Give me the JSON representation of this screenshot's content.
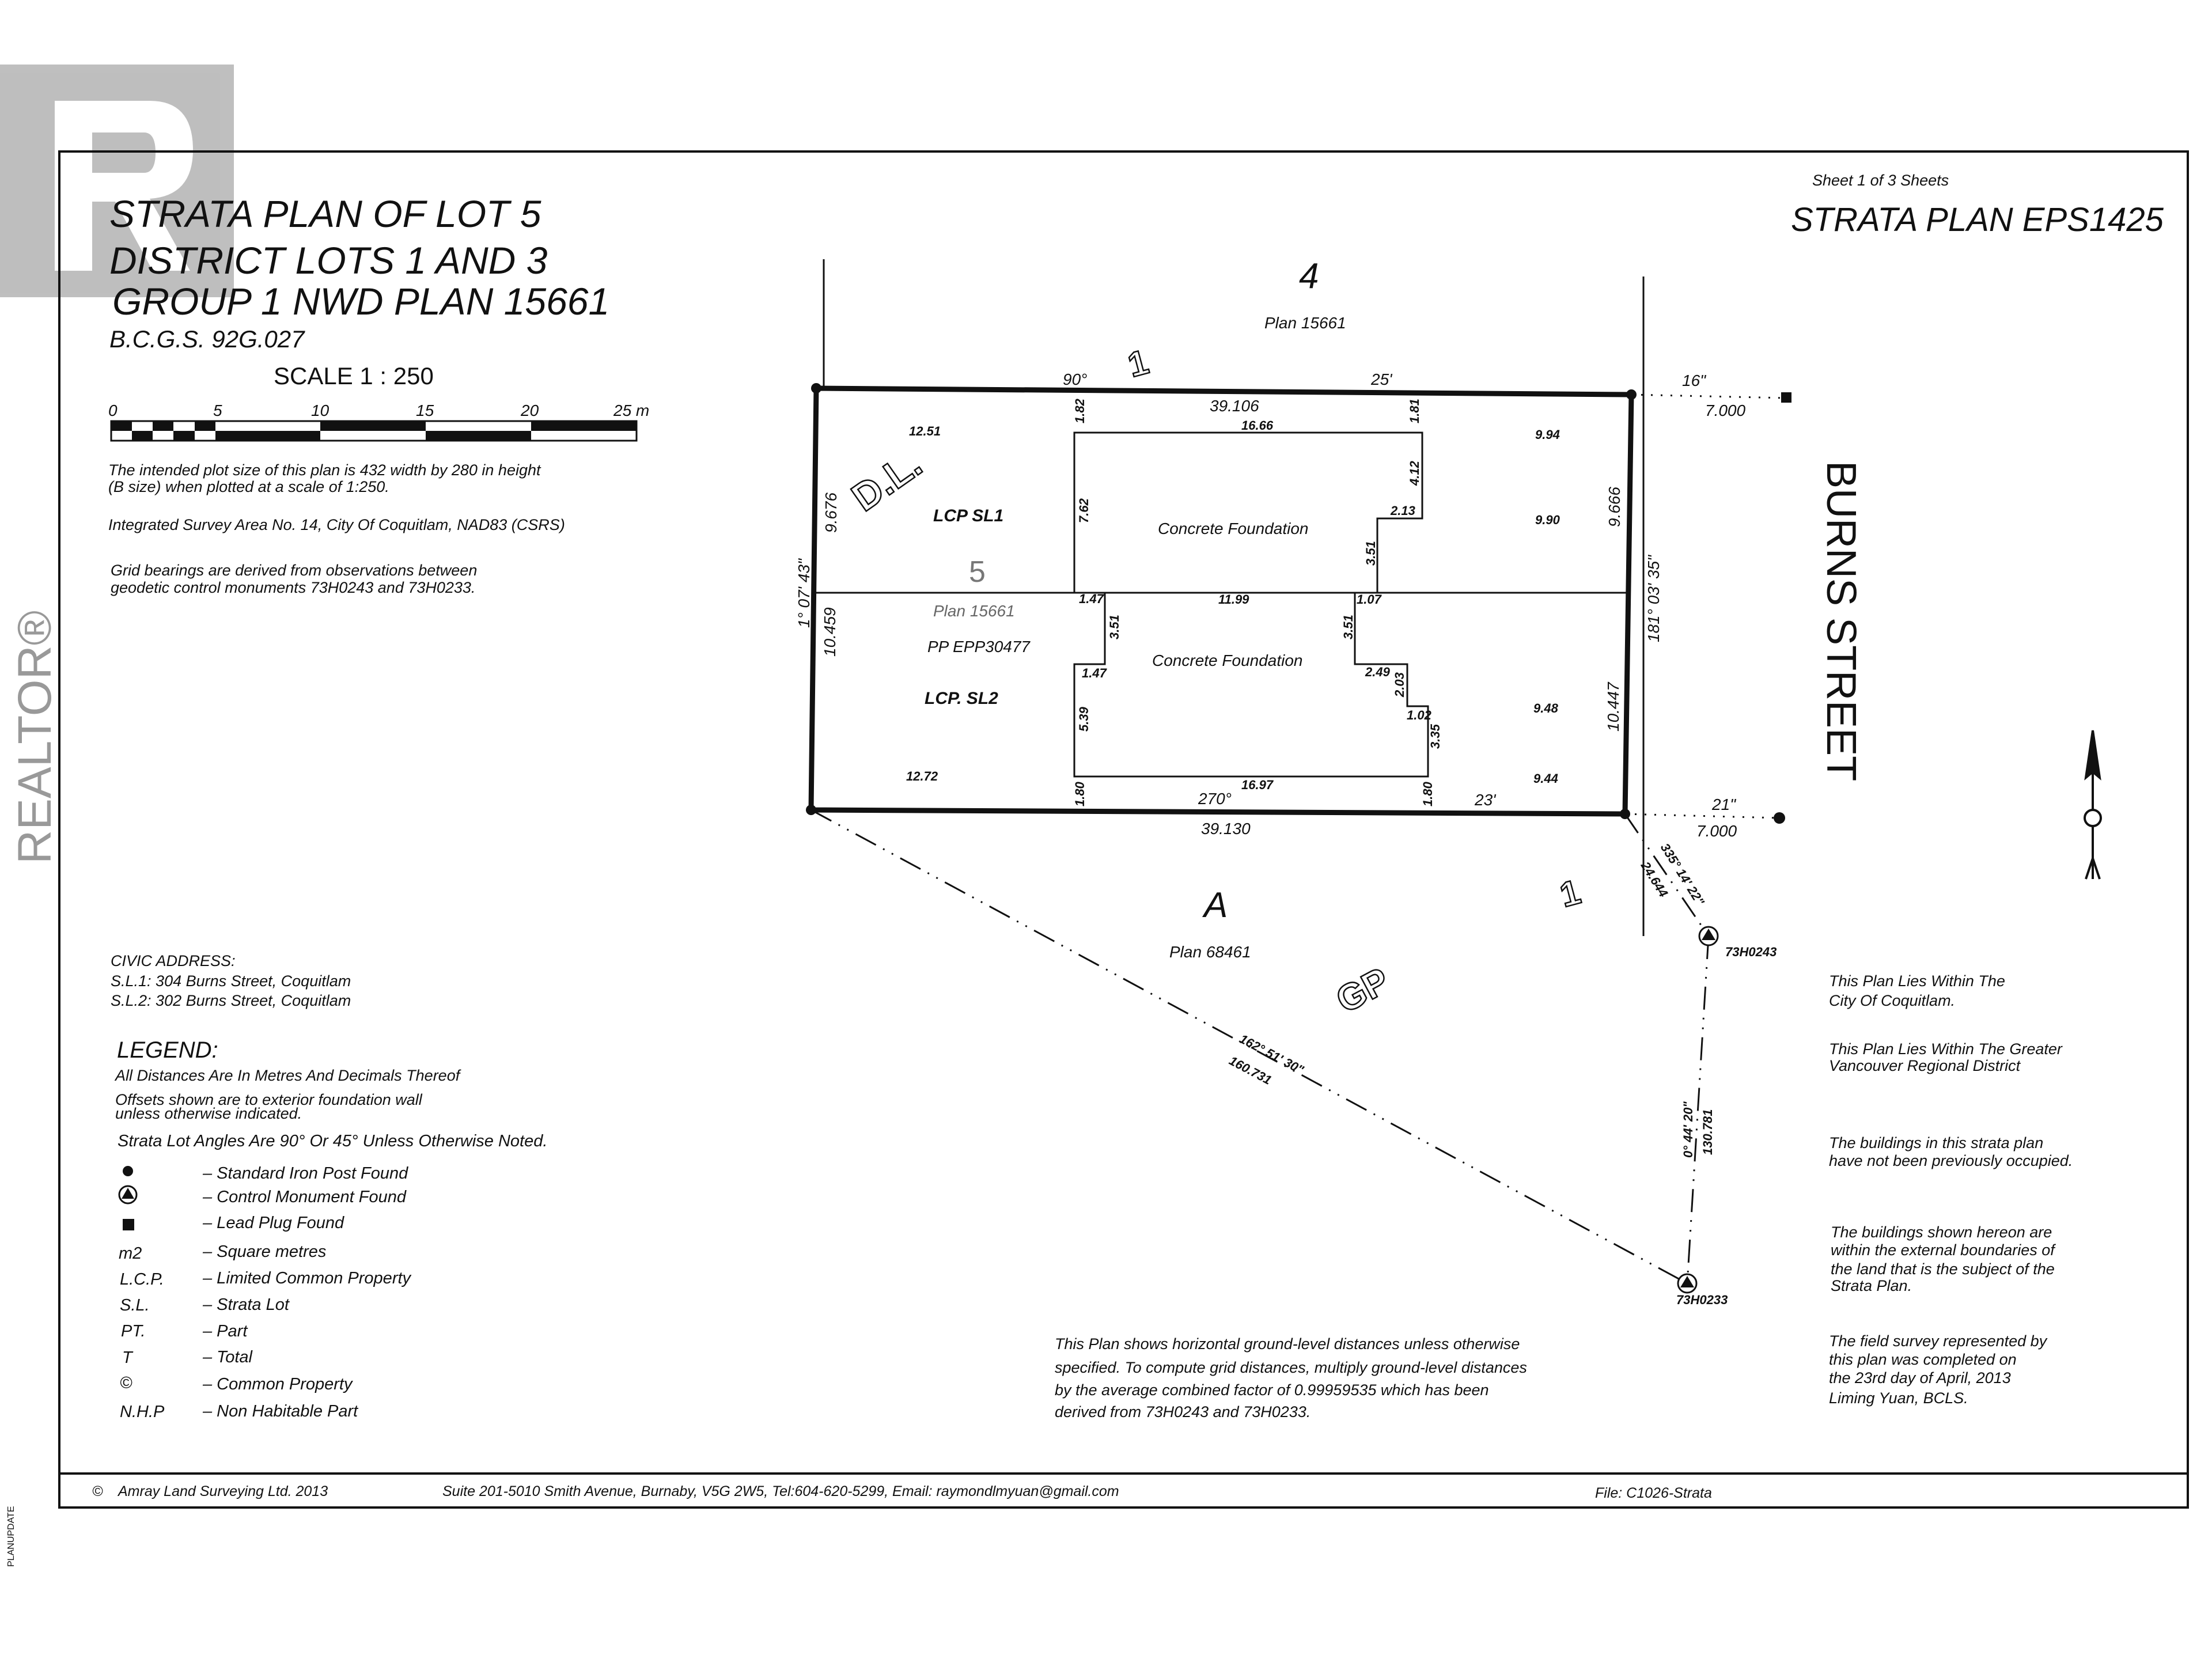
{
  "watermark": {
    "brand": "REALTOR®"
  },
  "title": {
    "line1": "STRATA PLAN OF LOT 5",
    "line2": "DISTRICT LOTS 1 AND 3",
    "line3": "GROUP 1 NWD PLAN 15661",
    "bcgs": "B.C.G.S.  92G.027",
    "scale": "SCALE   1 : 250"
  },
  "scale_bar": {
    "ticks": [
      "0",
      "5",
      "10",
      "15",
      "20",
      "25 m"
    ]
  },
  "header_right": {
    "sheet": "Sheet 1 of 3 Sheets",
    "plan_no": "STRATA PLAN EPS1425"
  },
  "notes_left": {
    "plot_size_1": "The intended plot size of this plan is 432 width by 280 in height",
    "plot_size_2": "(B size) when plotted at a scale of 1:250.",
    "survey_area": "Integrated Survey Area No. 14, City Of Coquitlam, NAD83 (CSRS)",
    "bearings_1": "Grid bearings are derived from observations between",
    "bearings_2": "geodetic control monuments 73H0243 and 73H0233."
  },
  "plan": {
    "lot_north": "4",
    "lot_north_plan": "Plan 15661",
    "dl_1_top": "1",
    "dl_1_bottom": "1",
    "dl": "D.L.",
    "lot_no": "5",
    "lot_plan": "Plan 15661",
    "pp": "PP EPP30477",
    "lcp_sl1": "LCP  SL1",
    "lcp_sl2": "LCP.  SL2",
    "foundation_1": "Concrete Foundation",
    "foundation_2": "Concrete Foundation",
    "lot_a": "A",
    "lot_a_plan": "Plan 68461",
    "gp": "GP",
    "street": "BURNS STREET",
    "dims": {
      "top_angle": "90°",
      "top_min": "25'",
      "top_len": "39.106",
      "bot_angle": "270°",
      "bot_min": "23'",
      "bot_len": "39.130",
      "left_bearing": "1° 07' 43\"",
      "right_bearing": "181° 03' 35\"",
      "left_sl1": "9.676",
      "left_sl2": "10.459",
      "right_sl1": "9.666",
      "right_sl2": "10.447",
      "sec_ne": "16\"",
      "off_ne": "7.000",
      "sec_se": "21\"",
      "off_se": "7.000",
      "a": "12.51",
      "b": "1.82",
      "c": "16.66",
      "d": "1.81",
      "e": "9.94",
      "f": "7.62",
      "g": "4.12",
      "h": "2.13",
      "i": "3.51",
      "j": "9.90",
      "k": "1.47",
      "l": "11.99",
      "m": "1.07",
      "n": "3.51",
      "o": "3.51",
      "p": "1.47",
      "q": "2.49",
      "r": "2.03",
      "s": "9.48",
      "t": "1.02",
      "u": "5.39",
      "v": "3.35",
      "w": "12.72",
      "x": "16.97",
      "y": "9.44",
      "z": "1.80",
      "z2": "1.80"
    },
    "ties": {
      "sw_bearing": "162° 51' 30\"",
      "sw_dist": "160.731",
      "se_bearing": "335° 14' 22\"",
      "se_dist": "24.644",
      "mon_bearing": "0° 44' 20\"",
      "mon_dist": "130.781",
      "mon_1": "73H0243",
      "mon_2": "73H0233"
    }
  },
  "civic": {
    "heading": "CIVIC ADDRESS:",
    "sl1": "S.L.1:  304 Burns Street, Coquitlam",
    "sl2": "S.L.2:  302 Burns Street, Coquitlam"
  },
  "legend": {
    "heading": "LEGEND:",
    "line1": "All Distances Are In Metres And Decimals Thereof",
    "line2a": "Offsets shown are to exterior foundation wall",
    "line2b": "unless otherwise indicated.",
    "line3": "Strata Lot Angles Are 90° Or 45° Unless Otherwise Noted.",
    "items": [
      {
        "symbol": "",
        "desc": "– Standard Iron Post Found"
      },
      {
        "symbol": "",
        "desc": "– Control Monument Found"
      },
      {
        "symbol": "",
        "desc": "– Lead Plug Found"
      },
      {
        "symbol": "m2",
        "desc": "– Square metres"
      },
      {
        "symbol": "L.C.P.",
        "desc": "– Limited Common Property"
      },
      {
        "symbol": "S.L.",
        "desc": "– Strata Lot"
      },
      {
        "symbol": "PT.",
        "desc": "– Part"
      },
      {
        "symbol": "T",
        "desc": "– Total"
      },
      {
        "symbol": "©",
        "desc": "– Common Property"
      },
      {
        "symbol": "N.H.P",
        "desc": "– Non Habitable Part"
      }
    ]
  },
  "notes_right": {
    "n1a": "This Plan Lies Within The",
    "n1b": "City Of Coquitlam.",
    "n2a": "This Plan Lies Within The Greater",
    "n2b": "Vancouver Regional District",
    "n3a": "The buildings in this strata plan",
    "n3b": "have not been previously occupied.",
    "n4a": "The buildings shown hereon are",
    "n4b": "within the external boundaries of",
    "n4c": "the land that is the subject of the",
    "n4d": "Strata Plan.",
    "n5a": "The field survey represented by",
    "n5b": "this plan was completed on",
    "n5c": "the 23rd day of April, 2013",
    "n5d": "Liming Yuan, BCLS."
  },
  "notes_bottom": {
    "l1": "This Plan shows horizontal ground-level distances unless otherwise",
    "l2": "specified. To compute grid distances, multiply ground-level distances",
    "l3": "by the average combined factor of 0.99959535 which has been",
    "l4": "derived from 73H0243 and 73H0233."
  },
  "footer": {
    "copyright": "©",
    "company": "Amray Land Surveying Ltd.  2013",
    "address": "Suite 201-5010 Smith Avenue, Burnaby, V5G 2W5, Tel:604-620-5299, Email: raymondlmyuan@gmail.com",
    "file": "File:  C1026-Strata"
  },
  "side_stamp": "PLANUPDATE"
}
